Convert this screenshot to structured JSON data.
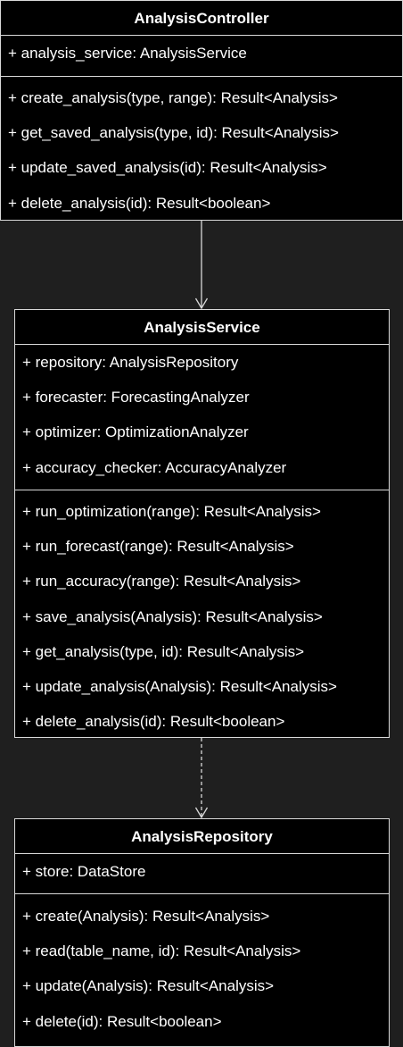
{
  "classes": [
    {
      "name": "AnalysisController",
      "attributes": [
        "+ analysis_service: AnalysisService"
      ],
      "methods": [
        "+ create_analysis(type, range): Result<Analysis>",
        "+ get_saved_analysis(type, id): Result<Analysis>",
        "+ update_saved_analysis(id): Result<Analysis>",
        "+ delete_analysis(id): Result<boolean>"
      ]
    },
    {
      "name": "AnalysisService",
      "attributes": [
        "+ repository: AnalysisRepository",
        "+ forecaster: ForecastingAnalyzer",
        "+ optimizer: OptimizationAnalyzer",
        "+ accuracy_checker: AccuracyAnalyzer"
      ],
      "methods": [
        "+ run_optimization(range): Result<Analysis>",
        "+ run_forecast(range): Result<Analysis>",
        "+ run_accuracy(range): Result<Analysis>",
        "+ save_analysis(Analysis): Result<Analysis>",
        "+ get_analysis(type, id): Result<Analysis>",
        "+ update_analysis(Analysis): Result<Analysis>",
        "+ delete_analysis(id): Result<boolean>"
      ]
    },
    {
      "name": "AnalysisRepository",
      "attributes": [
        "+ store: DataStore"
      ],
      "methods": [
        "+ create(Analysis): Result<Analysis>",
        "+ read(table_name, id): Result<Analysis>",
        "+ update(Analysis): Result<Analysis>",
        "+ delete(id): Result<boolean>"
      ]
    }
  ],
  "relations": [
    {
      "from": "AnalysisController",
      "to": "AnalysisService",
      "style": "solid"
    },
    {
      "from": "AnalysisService",
      "to": "AnalysisRepository",
      "style": "dashed"
    }
  ],
  "colors": {
    "background": "#1f1f1f",
    "box_fill": "#000000",
    "border": "#d9d9d9",
    "text": "#ffffff"
  }
}
